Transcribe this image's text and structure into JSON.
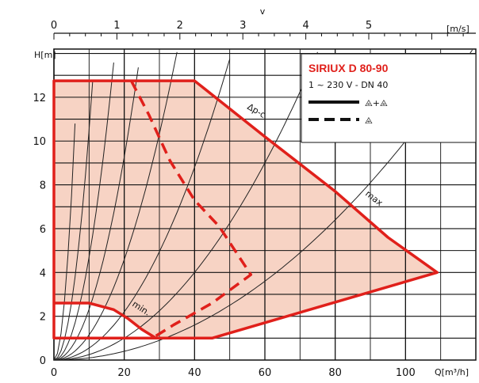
{
  "chart_data": {
    "type": "line",
    "title": "SIRIUX D 80-90",
    "subtitle": "1 ~ 230 V - DN 40",
    "xlabel": "Q[m³/h]",
    "ylabel": "H[m]",
    "top_axis_symbol": "v",
    "top_axis_unit": "[m/s]",
    "xlim": [
      0,
      120
    ],
    "ylim": [
      0,
      14.2
    ],
    "top_axis_range": [
      0,
      6.7
    ],
    "x_ticks": [
      "0",
      "20",
      "40",
      "60",
      "80",
      "100"
    ],
    "x_tick_values": [
      0,
      20,
      40,
      60,
      80,
      100
    ],
    "y_ticks": [
      "0",
      "2",
      "4",
      "6",
      "8",
      "10",
      "12"
    ],
    "y_tick_values": [
      0,
      2,
      4,
      6,
      8,
      10,
      12
    ],
    "top_ticks": [
      "0",
      "1",
      "2",
      "3",
      "4",
      "5"
    ],
    "top_tick_values": [
      0,
      1,
      2,
      3,
      4,
      5
    ],
    "grid": true,
    "legend_position": "top-right",
    "colors": {
      "curve": "#e0201b",
      "fill": "#f7d3c4",
      "grid": "#111111",
      "system": "#222222"
    },
    "series": [
      {
        "name": "max",
        "style": "solid",
        "points": [
          [
            0,
            12.75
          ],
          [
            40,
            12.75
          ],
          [
            60,
            10.2
          ],
          [
            80,
            7.7
          ],
          [
            95,
            5.6
          ],
          [
            109,
            4.0
          ],
          [
            45,
            1.0
          ],
          [
            0,
            1.0
          ]
        ]
      },
      {
        "name": "min",
        "style": "solid",
        "points": [
          [
            0,
            2.6
          ],
          [
            10,
            2.6
          ],
          [
            17,
            2.3
          ],
          [
            21,
            1.9
          ],
          [
            25,
            1.4
          ],
          [
            29,
            1.0
          ]
        ]
      },
      {
        "name": "Δp-c",
        "style": "dashed",
        "points": [
          [
            22,
            12.75
          ],
          [
            27,
            11.2
          ],
          [
            33,
            9.1
          ],
          [
            40,
            7.3
          ],
          [
            47,
            6.1
          ],
          [
            56,
            3.9
          ],
          [
            45,
            2.6
          ],
          [
            34,
            1.6
          ],
          [
            28,
            1.0
          ]
        ]
      }
    ],
    "system_curves": [
      {
        "k": 0.3
      },
      {
        "k": 0.105
      },
      {
        "k": 0.047
      },
      {
        "k": 0.0232
      },
      {
        "k": 0.01148
      },
      {
        "k": 0.0055
      },
      {
        "k": 0.0025
      },
      {
        "k": 0.001
      }
    ],
    "annotations": [
      {
        "text": "Δp-c",
        "x": 58,
        "y": 11.5
      },
      {
        "text": "max",
        "x": 95,
        "y": 7.5
      },
      {
        "text": "min.",
        "x": 26,
        "y": 2.15
      }
    ],
    "legend": [
      {
        "style": "solid",
        "pumps": "⨹+⨹"
      },
      {
        "style": "dashed",
        "pumps": "⨹"
      }
    ]
  }
}
